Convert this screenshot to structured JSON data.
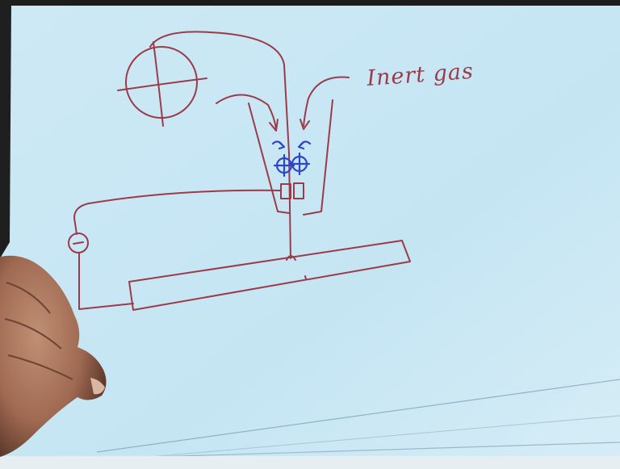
{
  "annotation": {
    "label": "Inert gas"
  },
  "colors": {
    "paper": "#c9e7f4",
    "red_ink": "#9b3b49",
    "blue_ink": "#2d45c8",
    "skin": "#a8735a"
  },
  "icons": {
    "meter_symbol": "circle-with-cross",
    "power_source_symbol": "circle-with-minus",
    "electrode_pair_symbol": "double-cross-circle"
  }
}
